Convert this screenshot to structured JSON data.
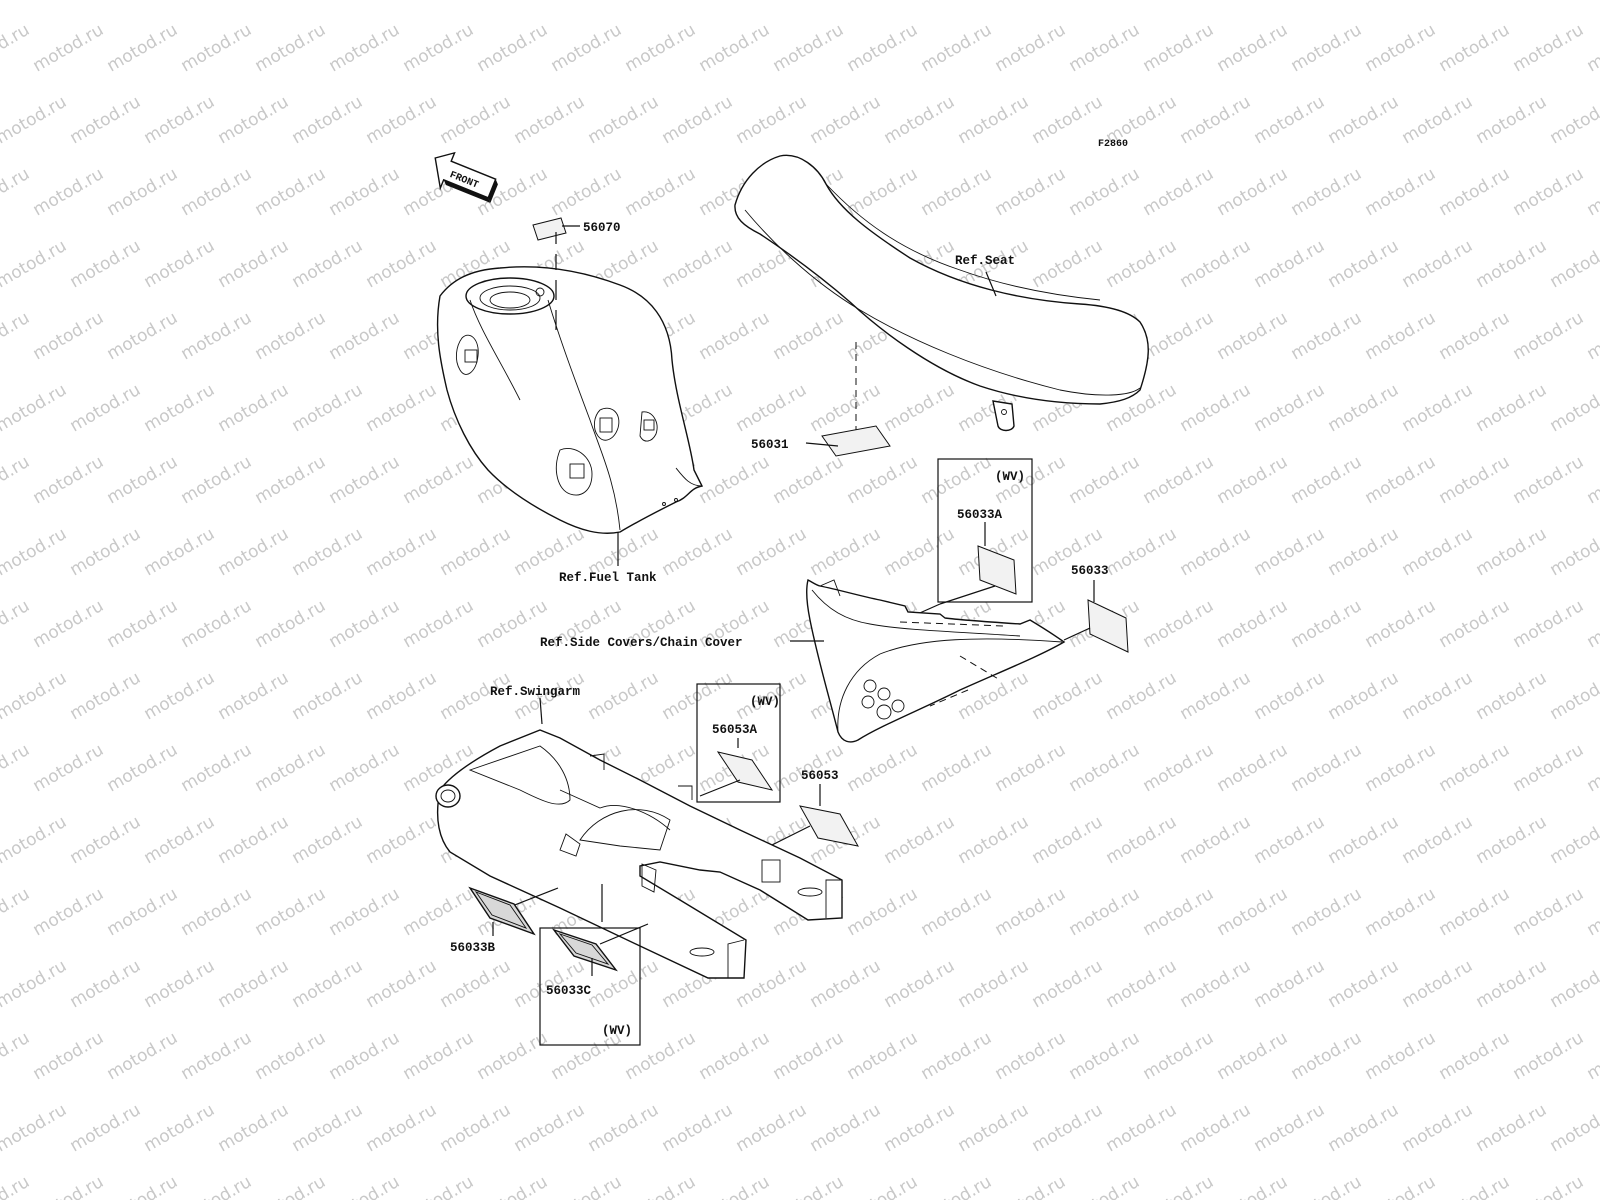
{
  "watermark": {
    "text": "motod.ru"
  },
  "figure_code": "F2860",
  "front_arrow_label": "FRONT",
  "parts": {
    "p56070": "56070",
    "p56031": "56031",
    "p56033A": "56033A",
    "p56033": "56033",
    "p56053A": "56053A",
    "p56053": "56053",
    "p56033B": "56033B",
    "p56033C": "56033C"
  },
  "variant_tags": {
    "wv_56033A": "(WV)",
    "wv_56053A": "(WV)",
    "wv_56033C": "(WV)"
  },
  "references": {
    "fuel_tank": "Ref.Fuel Tank",
    "seat": "Ref.Seat",
    "side_covers": "Ref.Side Covers/Chain Cover",
    "swingarm": "Ref.Swingarm"
  }
}
